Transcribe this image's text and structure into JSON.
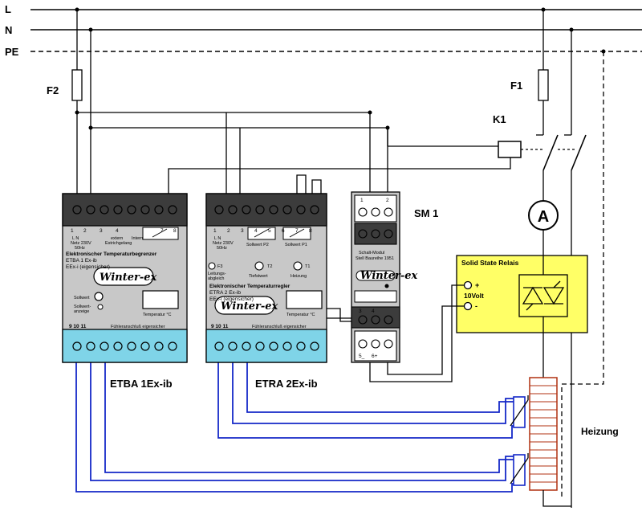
{
  "lines": {
    "L": "L",
    "N": "N",
    "PE": "PE"
  },
  "fuses": {
    "F1": "F1",
    "F2": "F2"
  },
  "contactor": {
    "label": "K1"
  },
  "ammeter": {
    "symbol": "A"
  },
  "etba": {
    "caption": "ETBA 1Ex-ib",
    "top_terminals": [
      "1",
      "2",
      "3",
      "4",
      "7",
      "8"
    ],
    "mains": "L    N\nNetz 230V\n50Hz",
    "extra": "extern\nEstrichgelang",
    "intern": "Intern",
    "title": "Elektronischer Temperaturbegrenzer",
    "model": "ETBA 1 Ex-ib",
    "exi": "EEx-i (eigensicher)",
    "logo": "Winter-ex",
    "sollwert": "Sollwert",
    "sollwert_anzeige": "Sollwert-\nanzeige",
    "temp_label": "Temperatur °C",
    "bottom_terminals": "9   10   11",
    "sensor_text": "Fühleranschluß eigensicher"
  },
  "etra": {
    "caption": "ETRA 2Ex-ib",
    "top_terminals": [
      "1",
      "2",
      "3",
      "4",
      "5",
      "6",
      "7",
      "8"
    ],
    "mains": "L    N\nNetz 230V\n50Hz",
    "sollwert_p2": "Sollwert P2",
    "sollwert_p1": "Sollwert P1",
    "f3": "F3",
    "t2": "T2",
    "t1": "T1",
    "leitungs": "Leitungs-\nabgleich",
    "tiefstwert": "Tiefstwert",
    "heizung_small": "Heizung",
    "title": "Elektronischer Temperaturregler",
    "model": "ETRA 2 Ex-ib",
    "exi": "EEx-i (eigensicher)",
    "logo": "Winter-ex",
    "temp_label": "Temperatur °C",
    "bottom_terminals": "9   10   11",
    "sensor_text": "Fühleranschluß eigensicher"
  },
  "sm1": {
    "caption": "SM 1",
    "top_terminals": [
      "1",
      "2"
    ],
    "title": "Schalt-Modul",
    "subtitle": "Stell Baureihe 1951",
    "logo": "Winter-ex",
    "mid_terminals": [
      "3",
      "4"
    ],
    "bottom_terminals": [
      "5_",
      "6+"
    ]
  },
  "ssr": {
    "title": "Solid State Relais",
    "plus": "+",
    "minus": "-",
    "volt": "10Volt"
  },
  "heater": {
    "label": "Heizung"
  },
  "colors": {
    "wire": "#000000",
    "sensor_wire": "#1428c8",
    "terminal_strip": "#3c3c3c",
    "sensor_strip": "#7fd4e8",
    "module_body": "#c8c8c8",
    "ssr_fill": "#ffff66",
    "heater": "#b03010"
  }
}
